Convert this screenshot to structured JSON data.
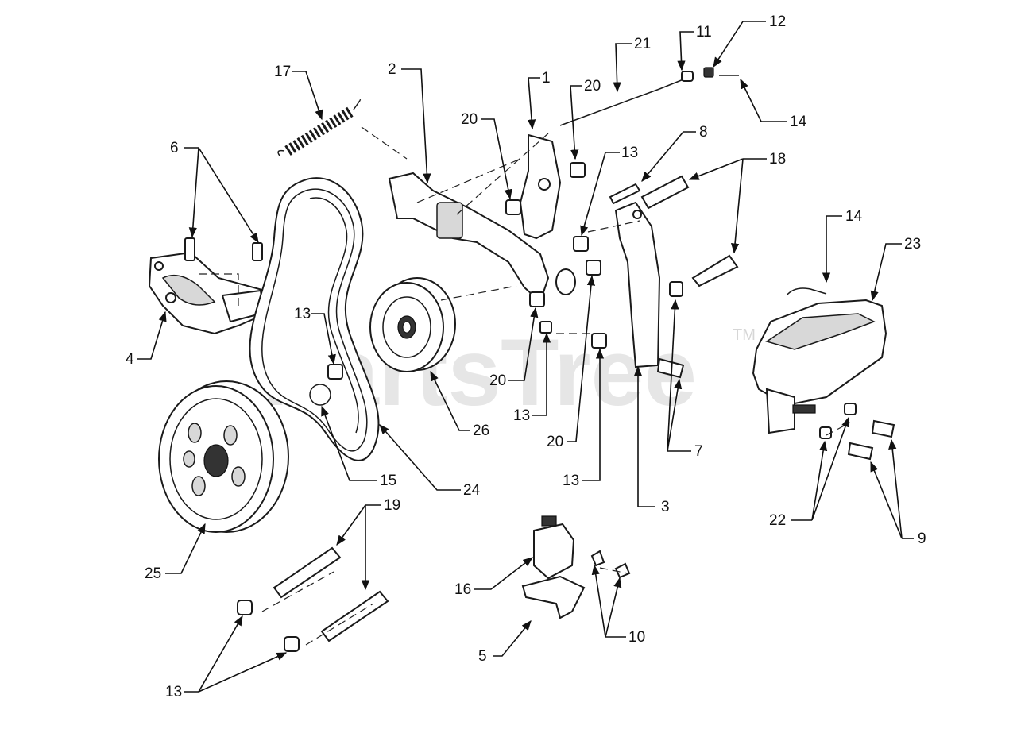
{
  "watermark": {
    "text": "PartsTree",
    "trademark": "TM"
  },
  "callouts": {
    "c1": "1",
    "c2": "2",
    "c3": "3",
    "c4": "4",
    "c5": "5",
    "c6": "6",
    "c7": "7",
    "c8": "8",
    "c9": "9",
    "c10": "10",
    "c11": "11",
    "c12": "12",
    "c13": "13",
    "c14": "14",
    "c15": "15",
    "c16": "16",
    "c17": "17",
    "c18": "18",
    "c19": "19",
    "c20": "20",
    "c21": "21",
    "c22": "22",
    "c23": "23",
    "c24": "24",
    "c25": "25",
    "c26": "26"
  }
}
